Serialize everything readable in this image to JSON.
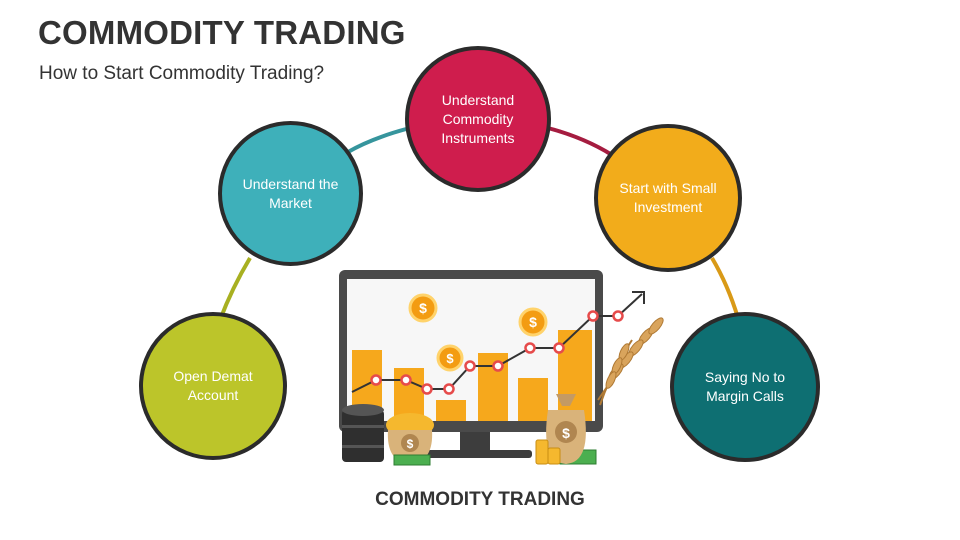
{
  "header": {
    "title": "COMMODITY TRADING",
    "subtitle": "How to Start Commodity Trading?"
  },
  "steps": [
    {
      "label": "Open Demat Account",
      "color": "#bcc52a"
    },
    {
      "label": "Understand the Market",
      "color": "#3eb0ba"
    },
    {
      "label": "Understand Commodity Instruments",
      "color": "#cf1d4d"
    },
    {
      "label": "Start with Small Investment",
      "color": "#f2ac1b"
    },
    {
      "label": "Saying No to Margin Calls",
      "color": "#0e6f72"
    }
  ],
  "illustration": {
    "caption": "COMMODITY TRADING",
    "icons": [
      "monitor-icon",
      "bar-chart-icon",
      "trend-line-icon",
      "dollar-coin-icon",
      "oil-barrel-icon",
      "money-bag-icon",
      "gold-coins-icon",
      "cash-stack-icon",
      "wheat-icon"
    ],
    "bar_color": "#f6a81c",
    "trend_color": "#e64b4b"
  }
}
